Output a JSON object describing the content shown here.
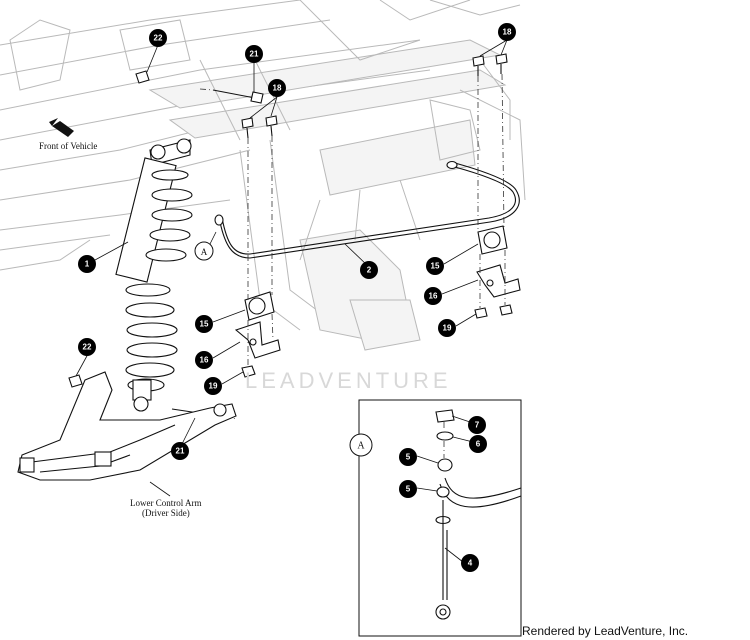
{
  "labels": {
    "front_of_vehicle": "Front of Vehicle",
    "lower_control_arm_line1": "Lower Control Arm",
    "lower_control_arm_line2": "(Driver Side)",
    "detail_marker": "A",
    "watermark": "LEADVENTURE",
    "credit": "Rendered by LeadVenture, Inc."
  },
  "callouts": {
    "c1": "1",
    "c2": "2",
    "c4": "4",
    "c5a": "5",
    "c5b": "5",
    "c6": "6",
    "c7": "7",
    "c15a": "15",
    "c15b": "15",
    "c16a": "16",
    "c16b": "16",
    "c18a": "18",
    "c18b": "18",
    "c19a": "19",
    "c19b": "19",
    "c21a": "21",
    "c21b": "21",
    "c22a": "22",
    "c22b": "22"
  }
}
